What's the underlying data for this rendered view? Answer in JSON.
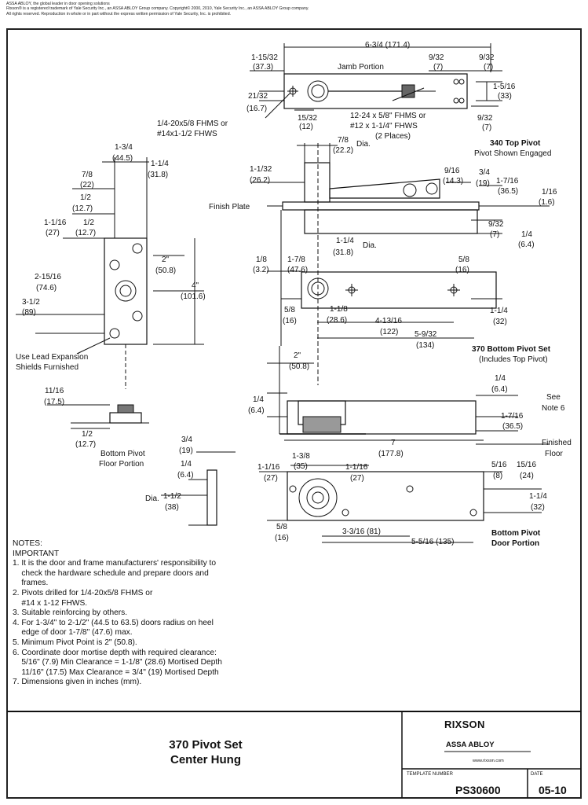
{
  "header": {
    "line1": "ASSA ABLOY, the global leader in door opening solutions",
    "line2": "Rixson® is a registered trademark of Yale Security Inc., an ASSA ABLOY Group company. Copyright© 2000, 2010, Yale Security Inc., an ASSA ABLOY Group company.",
    "line3": "All rights reserved. Reproduction in whole or in part without the express written permission of Yale Security, Inc. is prohibited."
  },
  "labels": {
    "dim_overall": "6-3/4 (171.4)",
    "jamb_portion": "Jamb Portion",
    "d_1_15_32": "1-15/32",
    "d_37_3": "(37.3)",
    "d_9_32_a": "9/32",
    "d_7_a": "(7)",
    "d_9_32_b": "9/32",
    "d_7_b": "(7)",
    "d_1_5_16": "1-5/16",
    "d_33": "(33)",
    "d_21_32": "21/32",
    "d_16_7": "(16.7)",
    "d_15_32": "15/32",
    "d_12": "(12)",
    "d_9_32_c": "9/32",
    "d_7_c": "(7)",
    "screw_top_1": "1/4-20x5/8 FHMS or",
    "screw_top_2": "#14x1-1/2 FHWS",
    "screw_mid_1": "12-24 x 5/8\" FHMS or",
    "screw_mid_2": "#12 x 1-1/4\" FHWS",
    "screw_mid_3": "(2 Places)",
    "d_7_8_dia": "7/8",
    "dia_a": "Dia.",
    "d_22_2": "(22.2)",
    "top_pivot_title": "340 Top Pivot",
    "top_pivot_sub": "Pivot Shown Engaged",
    "d_1_1_32": "1-1/32",
    "d_26_2": "(26.2)",
    "d_9_16": "9/16",
    "d_14_3": "(14.3)",
    "d_3_4_a": "3/4",
    "d_19_a": "(19)",
    "d_1_7_16_a": "1-7/16",
    "d_36_5_a": "(36.5)",
    "d_1_16": "1/16",
    "d_1_6": "(1.6)",
    "finish_plate": "Finish Plate",
    "d_9_32_d": "9/32",
    "d_7_d": "(7)",
    "d_1_4_a": "1/4",
    "d_6_4_a": "(6.4)",
    "d_1_1_4_dia": "1-1/4",
    "dia_b": "Dia.",
    "d_31_8": "(31.8)",
    "d_1_8": "1/8",
    "d_3_2": "(3.2)",
    "d_1_7_8": "1-7/8",
    "d_47_6": "(47.6)",
    "d_5_8_a": "5/8",
    "d_16_a": "(16)",
    "d_5_8_b": "5/8",
    "d_16_b": "(16)",
    "d_1_1_8": "1-1/8",
    "d_28_6": "(28.6)",
    "d_4_13_16": "4-13/16",
    "d_122": "(122)",
    "d_5_9_32": "5-9/32",
    "d_134": "(134)",
    "d_1_1_4_b": "1-1/4",
    "d_32_a": "(32)",
    "bottom_set_title": "370 Bottom Pivot Set",
    "bottom_set_sub": "(Includes Top Pivot)",
    "d_1_3_4": "1-3/4",
    "d_44_5": "(44.5)",
    "d_1_1_4_c": "1-1/4",
    "d_31_8_b": "(31.8)",
    "d_7_8_b": "7/8",
    "d_22": "(22)",
    "d_1_2_a": "1/2",
    "d_12_7_a": "(12.7)",
    "d_1_1_16_a": "1-1/16",
    "d_27_a": "(27)",
    "d_1_2_b": "1/2",
    "d_12_7_b": "(12.7)",
    "d_2in": "2\"",
    "d_50_8_a": "(50.8)",
    "d_2_15_16": "2-15/16",
    "d_74_6": "(74.6)",
    "d_4in": "4\"",
    "d_101_6": "(101.6)",
    "d_3_1_2": "3-1/2",
    "d_89": "(89)",
    "shields_1": "Use Lead Expansion",
    "shields_2": "Shields Furnished",
    "d_2in_b": "2\"",
    "d_50_8_b": "(50.8)",
    "d_1_4_b": "1/4",
    "d_6_4_b": "(6.4)",
    "d_1_4_c": "1/4",
    "d_6_4_c": "(6.4)",
    "see_note_1": "See",
    "see_note_2": "Note 6",
    "d_1_7_16_b": "1-7/16",
    "d_36_5_b": "(36.5)",
    "finished_floor_1": "Finished",
    "finished_floor_2": "Floor",
    "d_11_16": "11/16",
    "d_17_5": "(17.5)",
    "d_1_2_c": "1/2",
    "d_12_7_c": "(12.7)",
    "floor_portion_1": "Bottom Pivot",
    "floor_portion_2": "Floor Portion",
    "d_7_len": "7",
    "d_177_8": "(177.8)",
    "d_3_4_b": "3/4",
    "d_19_b": "(19)",
    "d_1_4_d": "1/4",
    "d_6_4_d": "(6.4)",
    "dia_c": "Dia.",
    "d_1_1_2": "1-1/2",
    "d_38": "(38)",
    "d_1_1_16_b": "1-1/16",
    "d_27_b": "(27)",
    "d_1_3_8": "1-3/8",
    "d_35": "(35)",
    "d_1_1_16_c": "1-1/16",
    "d_27_c": "(27)",
    "d_5_16": "5/16",
    "d_8": "(8)",
    "d_15_16": "15/16",
    "d_24": "(24)",
    "d_1_1_4_d": "1-1/4",
    "d_32_b": "(32)",
    "d_5_8_c": "5/8",
    "d_16_c": "(16)",
    "d_3_3_16": "3-3/16 (81)",
    "d_5_5_16": "5-5/16 (135)",
    "door_portion_1": "Bottom Pivot",
    "door_portion_2": "Door Portion"
  },
  "notes": [
    "NOTES:",
    "IMPORTANT",
    "1. It is the door and frame manufacturers' responsibility to",
    "    check the hardware schedule and prepare doors and",
    "    frames.",
    "2. Pivots drilled for 1/4-20x5/8 FHMS or",
    "    #14 x 1-12 FHWS.",
    "3. Suitable reinforcing by others.",
    "4. For 1-3/4\" to 2-1/2\" (44.5 to 63.5) doors radius on heel",
    "    edge of door 1-7/8\" (47.6) max.",
    "5. Minimum Pivot Point is 2\" (50.8).",
    "6. Coordinate door mortise depth with required clearance:",
    "    5/16\" (7.9) Min Clearance = 1-1/8\" (28.6) Mortised Depth",
    "    11/16\" (17.5) Max Clearance = 3/4\" (19) Mortised Depth",
    "7. Dimensions given in inches (mm)."
  ],
  "title_block": {
    "title_line1": "370 Pivot Set",
    "title_line2": "Center Hung",
    "brand": "RIXSON",
    "brand_sub": "ASSA ABLOY",
    "website": "www.rixson.com",
    "template_label": "TEMPLATE NUMBER",
    "template_number": "PS30600",
    "date_label": "DATE",
    "date_value": "05-10"
  }
}
